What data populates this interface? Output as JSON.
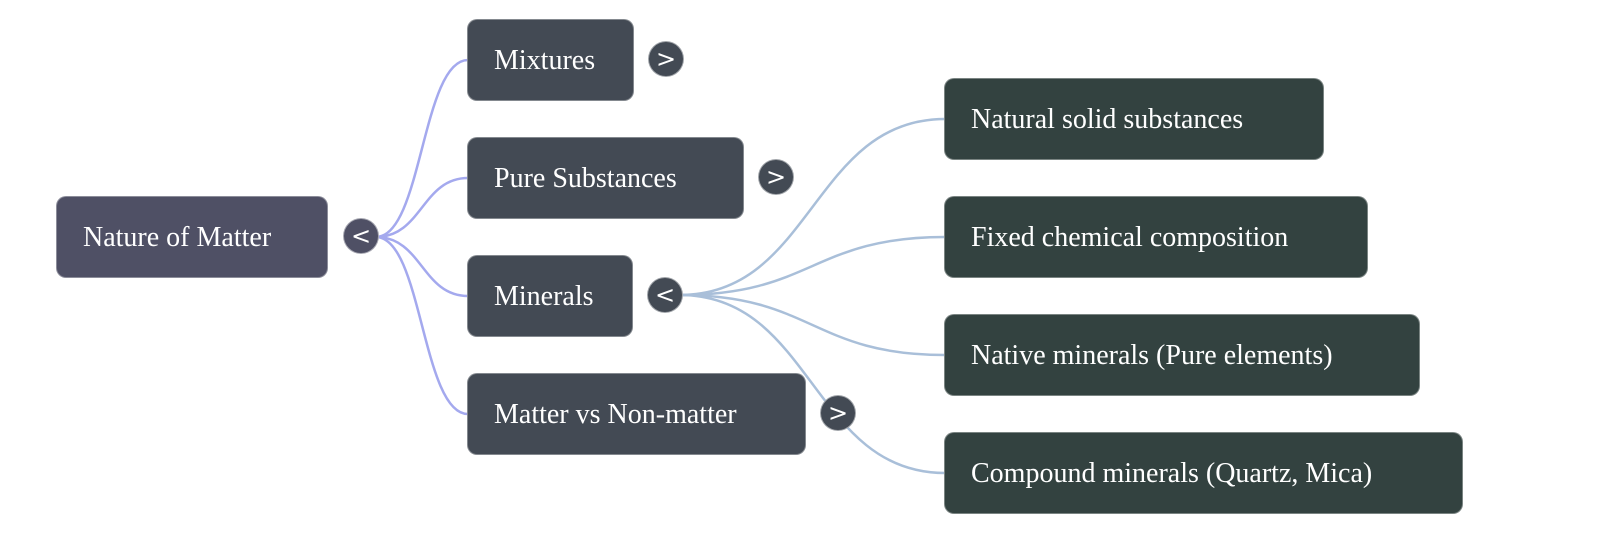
{
  "mindmap": {
    "root": {
      "label": "Nature of Matter",
      "toggle": "<",
      "toggle_icon": "collapse-chevron-left-icon",
      "expanded": true
    },
    "branches": [
      {
        "label": "Mixtures",
        "toggle": ">",
        "toggle_icon": "expand-chevron-right-icon",
        "expanded": false
      },
      {
        "label": "Pure Substances",
        "toggle": ">",
        "toggle_icon": "expand-chevron-right-icon",
        "expanded": false
      },
      {
        "label": "Minerals",
        "toggle": "<",
        "toggle_icon": "collapse-chevron-left-icon",
        "expanded": true,
        "children": [
          {
            "label": "Natural solid substances"
          },
          {
            "label": "Fixed chemical composition"
          },
          {
            "label": "Native minerals (Pure elements)"
          },
          {
            "label": "Compound minerals (Quartz, Mica)"
          }
        ]
      },
      {
        "label": "Matter vs Non-matter",
        "toggle": ">",
        "toggle_icon": "expand-chevron-right-icon",
        "expanded": false
      }
    ],
    "colors": {
      "root_node": "#4f5065",
      "branch_node": "#434a54",
      "leaf_node": "#334240",
      "root_edge": "#a4a9ee",
      "mineral_edge": "#a9bfd9",
      "text": "#ffffff"
    }
  }
}
